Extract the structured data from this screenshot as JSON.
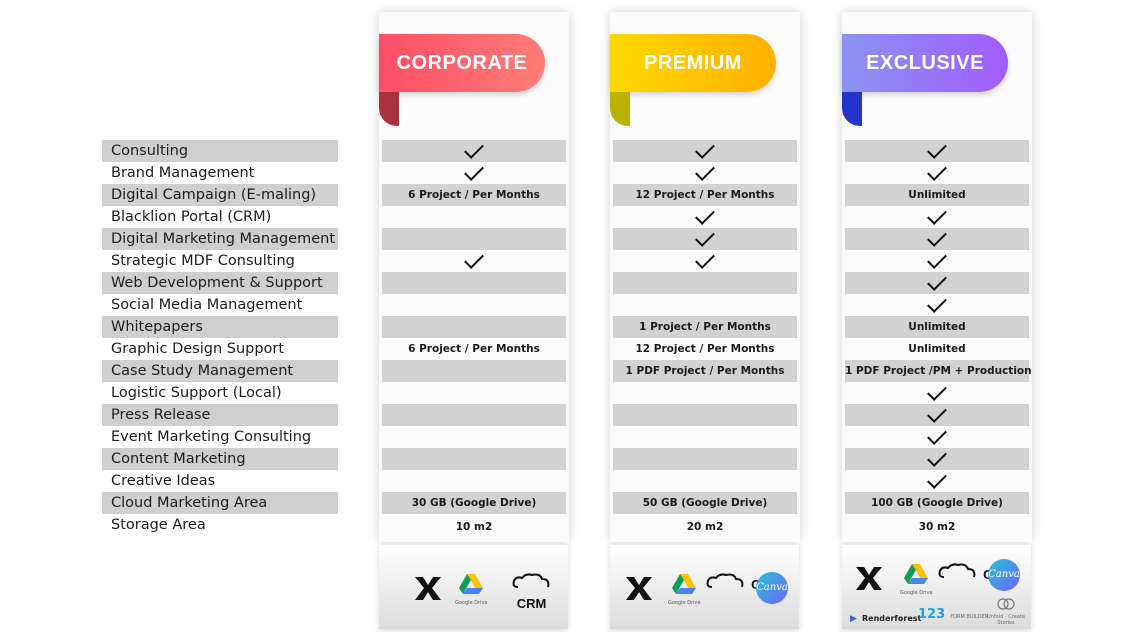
{
  "features": [
    "Consulting",
    "Brand Management",
    "Digital Campaign (E-maling)",
    "Blacklion Portal (CRM)",
    "Digital Marketing Management",
    "Strategic MDF Consulting",
    "Web Development & Support",
    "Social Media Management",
    "Whitepapers",
    "Graphic Design Support",
    "Case Study Management",
    "Logistic Support (Local)",
    "Press Release",
    "Event Marketing Consulting",
    "Content Marketing",
    "Creative Ideas",
    "Cloud Marketing Area",
    "Storage Area"
  ],
  "plans": [
    {
      "name": "CORPORATE",
      "accent": "#ff5a6a",
      "cells": [
        "check",
        "check",
        "6 Project / Per Months",
        "",
        "",
        "check",
        "",
        "",
        "",
        "6 Project / Per Months",
        "",
        "",
        "",
        "",
        "",
        "",
        "30 GB (Google Drive)",
        "10 m2"
      ],
      "tools": [
        "wix-icon",
        "google-drive-icon",
        "crm-icon"
      ]
    },
    {
      "name": "PREMIUM",
      "accent": "#ffc400",
      "cells": [
        "check",
        "check",
        "12 Project / Per Months",
        "check",
        "check",
        "check",
        "",
        "",
        "1 Project / Per Months",
        "12 Project / Per Months",
        "1 PDF Project / Per Months",
        "",
        "",
        "",
        "",
        "",
        "50 GB (Google Drive)",
        "20 m2"
      ],
      "tools": [
        "wix-icon",
        "google-drive-icon",
        "crm-icon",
        "canva-icon"
      ]
    },
    {
      "name": "EXCLUSIVE",
      "accent": "#9a6bff",
      "cells": [
        "check",
        "check",
        "Unlimited",
        "check",
        "check",
        "check",
        "check",
        "check",
        "Unlimited",
        "Unlimited",
        "1 PDF Project /PM  + Production",
        "check",
        "check",
        "check",
        "check",
        "check",
        "100 GB (Google Drive)",
        "30 m2"
      ],
      "tools": [
        "wix-icon",
        "google-drive-icon",
        "crm-icon",
        "canva-icon",
        "renderforest-icon",
        "123-form-builder-icon",
        "unfold-icon"
      ]
    }
  ],
  "tool_labels": {
    "google_drive": "Google Drive",
    "crm": "CRM",
    "canva": "Canva",
    "renderforest": "Renderforest",
    "form_builder_num": "123",
    "form_builder_text": "FORM BUILDER",
    "unfold": "Unfold - Create Stories"
  }
}
